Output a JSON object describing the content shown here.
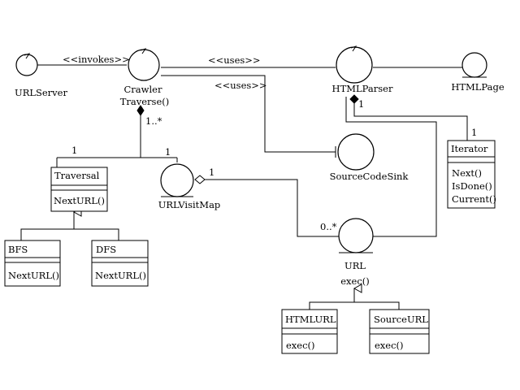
{
  "elements": {
    "urlserver": "URLServer",
    "crawler_name": "Crawler",
    "crawler_op": "Traverse()",
    "htmlparser": "HTMLParser",
    "htmlpage": "HTMLPage",
    "sourcecodesink": "SourceCodeSink",
    "urlvisitmap": "URLVisitMap",
    "url_name": "URL",
    "url_op": "exec()"
  },
  "classes": {
    "traversal": {
      "name": "Traversal",
      "op": "NextURL()"
    },
    "bfs": {
      "name": "BFS",
      "op": "NextURL()"
    },
    "dfs": {
      "name": "DFS",
      "op": "NextURL()"
    },
    "iterator": {
      "name": "Iterator",
      "ops": [
        "Next()",
        "IsDone()",
        "Current()"
      ]
    },
    "htmlurl": {
      "name": "HTMLURL",
      "op": "exec()"
    },
    "sourceurl": {
      "name": "SourceURL",
      "op": "exec()"
    }
  },
  "relations": {
    "invokes": "<<invokes>>",
    "uses_1": "<<uses>>",
    "uses_2": "<<uses>>"
  },
  "multiplicities": {
    "crawler_traversal_many": "1..*",
    "traversal_one": "1",
    "visitmap_one_left": "1",
    "visitmap_one_right": "1",
    "parser_one": "1",
    "iterator_one": "1",
    "url_many": "0..*"
  }
}
